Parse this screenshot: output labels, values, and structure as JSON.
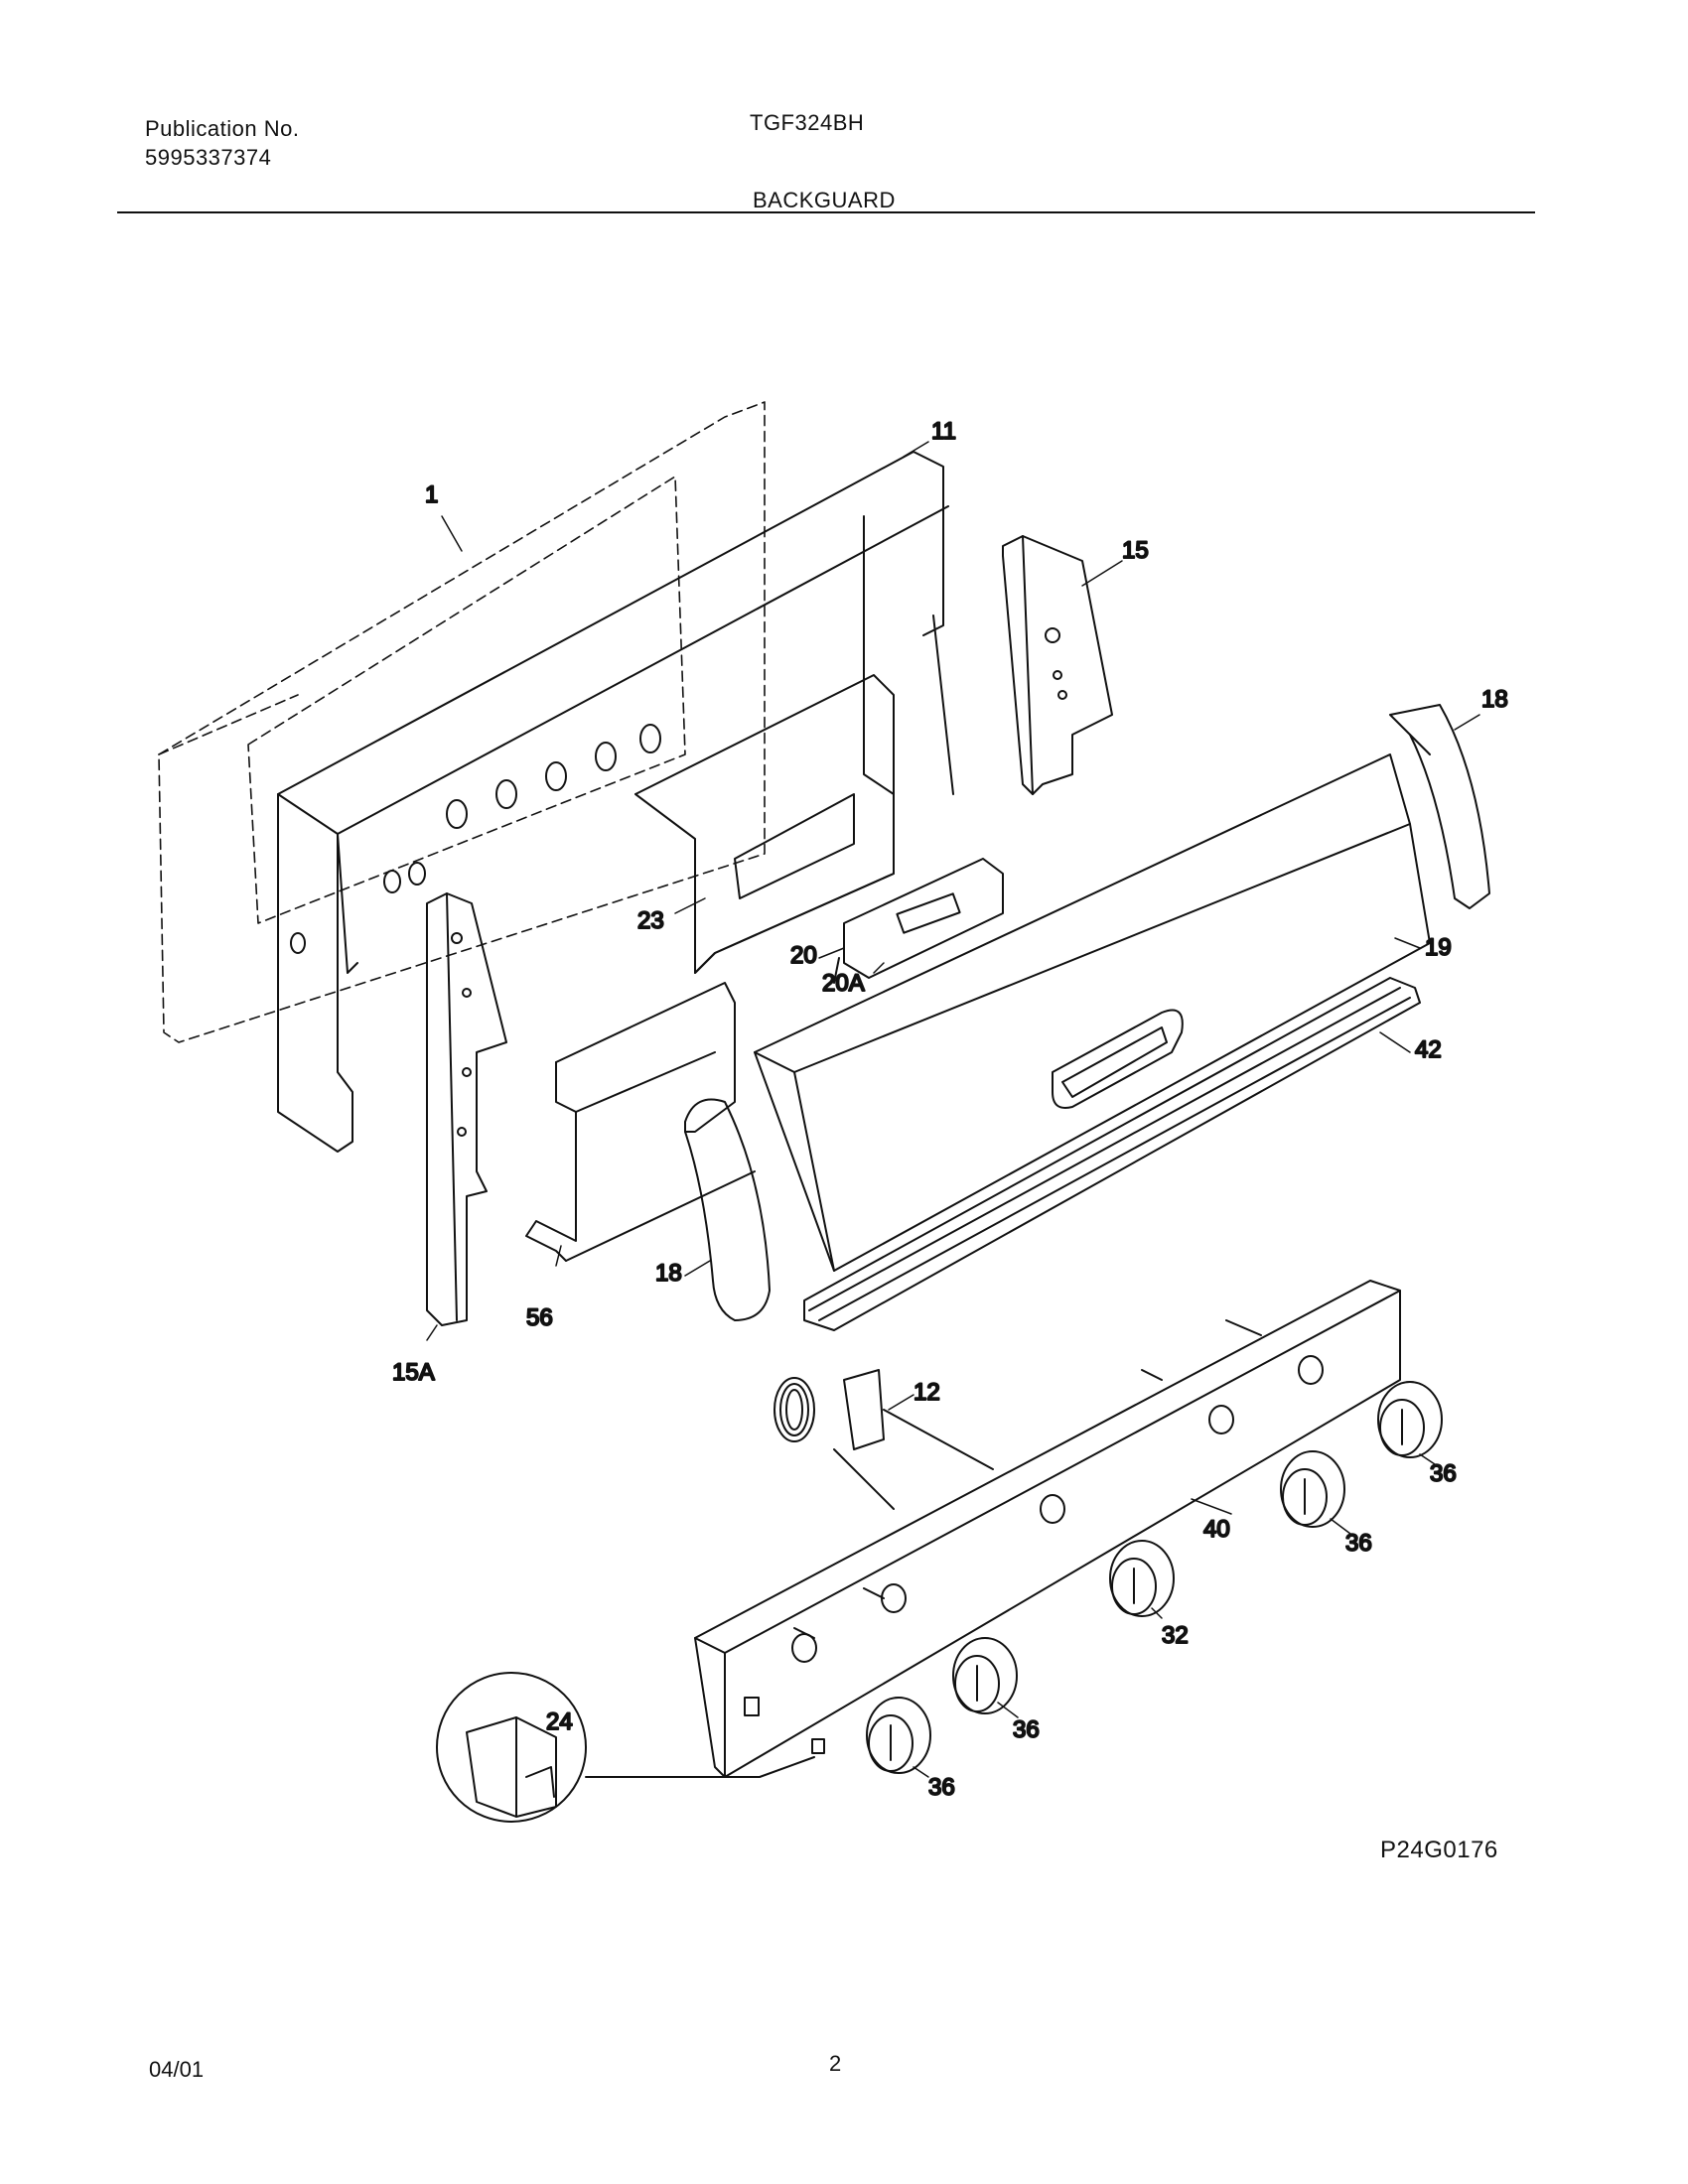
{
  "header": {
    "publication_label": "Publication No.",
    "publication_number": "5995337374",
    "model": "TGF324BH",
    "section_title": "BACKGUARD"
  },
  "callouts": {
    "c1": "1",
    "c11": "11",
    "c15": "15",
    "c18a": "18",
    "c23": "23",
    "c20": "20",
    "c20a": "20A",
    "c19": "19",
    "c42": "42",
    "c18b": "18",
    "c56": "56",
    "c15a": "15A",
    "c12": "12",
    "c36a": "36",
    "c36b": "36",
    "c40": "40",
    "c32": "32",
    "c36c": "36",
    "c24": "24",
    "c36d": "36"
  },
  "figure_ref": "P24G0176",
  "footer": {
    "date": "04/01",
    "page": "2"
  }
}
